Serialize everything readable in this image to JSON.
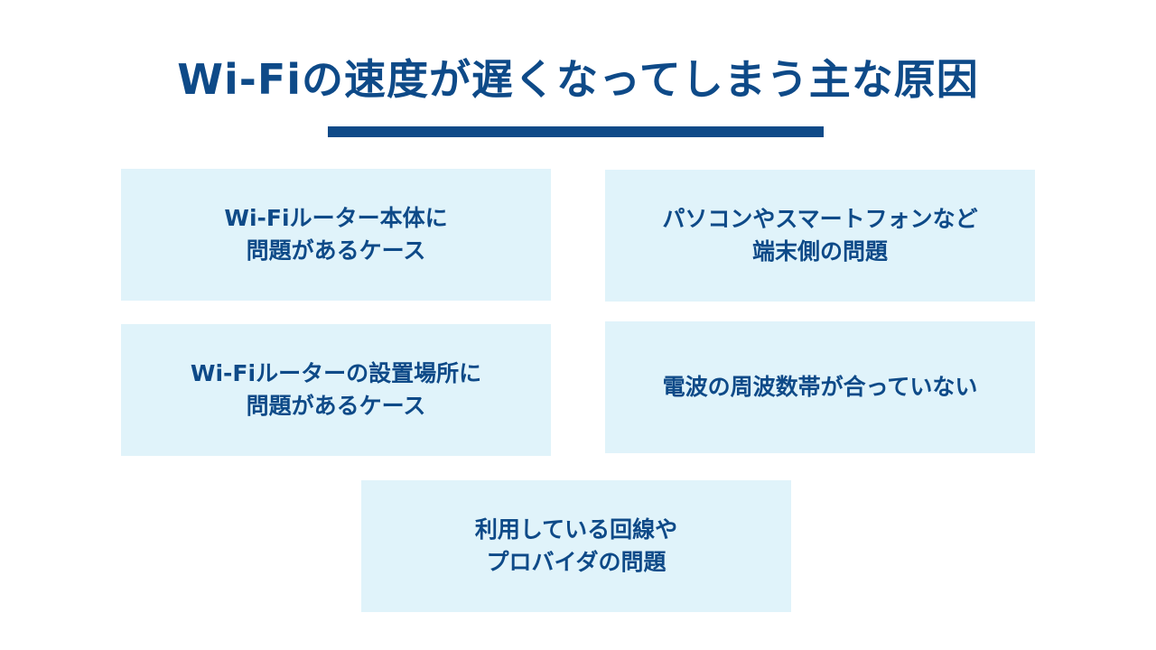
{
  "title": "Wi-Fiの速度が遅くなってしまう主な原因",
  "colors": {
    "accent": "#0e4a88",
    "box": "#e0f3fa"
  },
  "causes": [
    {
      "lines": [
        "Wi-Fiルーター本体に",
        "問題があるケース"
      ]
    },
    {
      "lines": [
        "パソコンやスマートフォンなど",
        "端末側の問題"
      ]
    },
    {
      "lines": [
        "Wi-Fiルーターの設置場所に",
        "問題があるケース"
      ]
    },
    {
      "lines": [
        "電波の周波数帯が合っていない"
      ]
    },
    {
      "lines": [
        "利用している回線や",
        "プロバイダの問題"
      ]
    }
  ]
}
